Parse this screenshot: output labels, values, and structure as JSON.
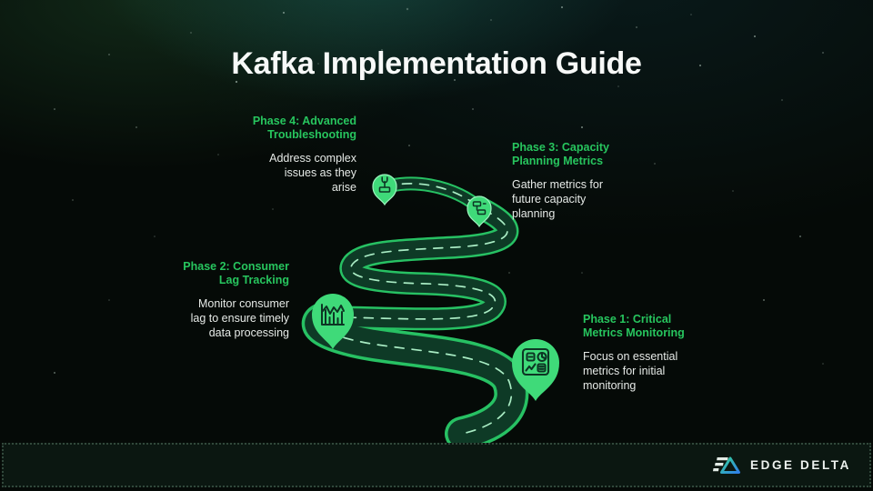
{
  "slide": {
    "title": "Kafka Implementation Guide",
    "colors": {
      "accent_green": "#27c55e",
      "pin_green": "#3fda79",
      "road_edge": "#27c163",
      "road_surface": "#0e3a26",
      "background": "#050a07",
      "body_text": "#e6eae7",
      "title_text": "#f7f9f8",
      "logo_gradient_start": "#34d399",
      "logo_gradient_end": "#2f7fe8"
    },
    "phases": [
      {
        "heading": "Phase 1: Critical\nMetrics Monitoring",
        "body": "Focus on essential\nmetrics for initial\nmonitoring",
        "icon": "metrics-dashboard-icon"
      },
      {
        "heading": "Phase 2: Consumer\nLag Tracking",
        "body": "Monitor consumer\nlag to ensure timely\ndata processing",
        "icon": "lag-chart-icon"
      },
      {
        "heading": "Phase 3: Capacity\nPlanning Metrics",
        "body": "Gather metrics for\nfuture capacity\nplanning",
        "icon": "capacity-planning-icon"
      },
      {
        "heading": "Phase 4: Advanced\nTroubleshooting",
        "body": "Address complex\nissues as they\narise",
        "icon": "troubleshooting-wrench-icon"
      }
    ],
    "brand": {
      "name": "EDGE DELTA",
      "logo_icon": "edge-delta-logo"
    }
  }
}
